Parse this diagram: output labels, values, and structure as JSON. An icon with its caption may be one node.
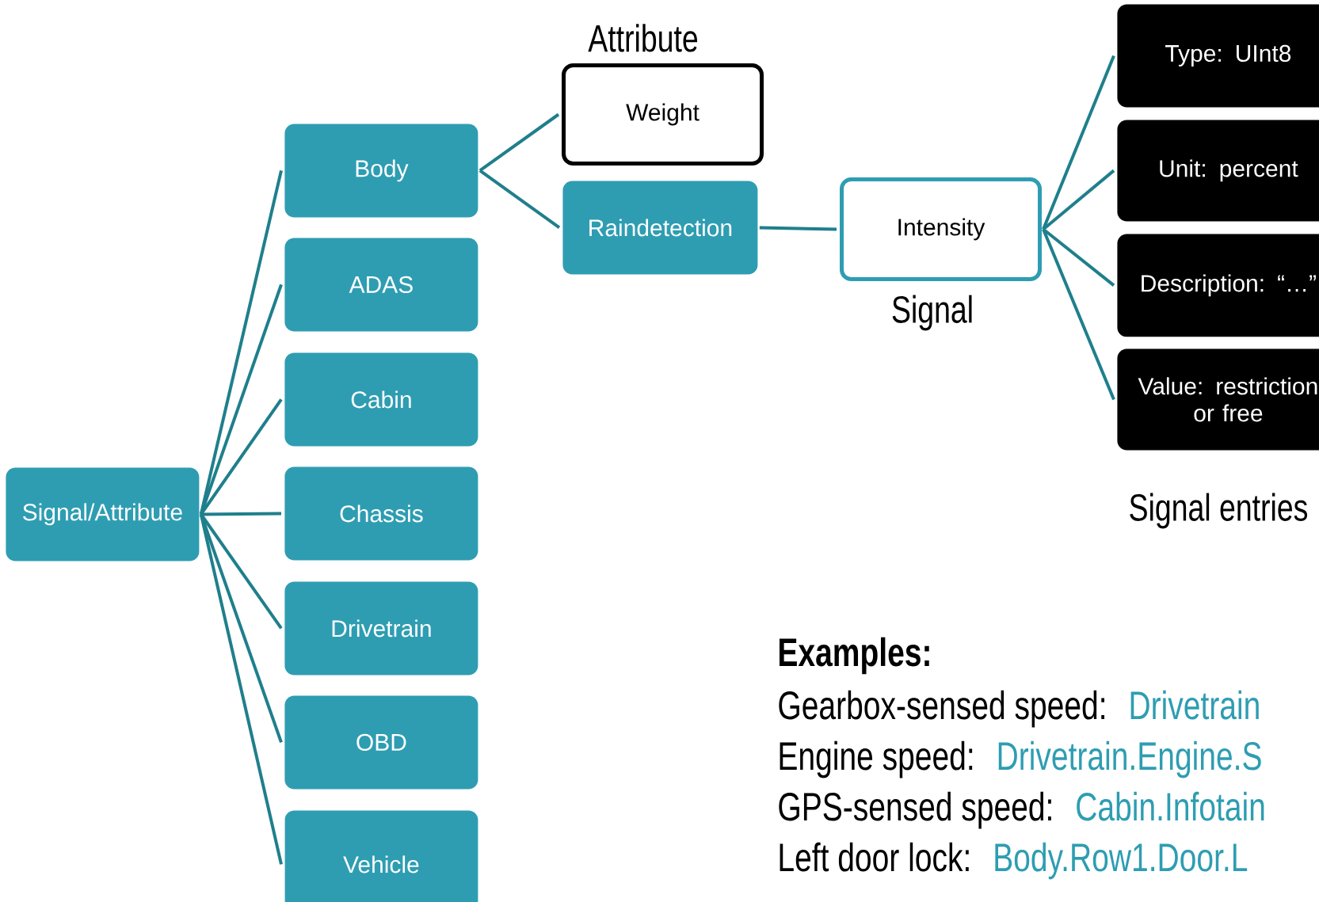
{
  "diagram": {
    "nodes": [
      {
        "text": [
          "Signal/Attribute"
        ]
      },
      {
        "text": [
          "Body"
        ]
      },
      {
        "text": [
          "ADAS"
        ]
      },
      {
        "text": [
          "Cabin"
        ]
      },
      {
        "text": [
          "Chassis"
        ]
      },
      {
        "text": [
          "Drivetrain"
        ]
      },
      {
        "text": [
          "OBD"
        ]
      },
      {
        "text": [
          "Vehicle"
        ]
      },
      {
        "text": [
          "Weight"
        ],
        "beside": [
          "Attribute"
        ]
      },
      {
        "text": [
          "Raindetection"
        ]
      },
      {
        "text": [
          "Intensity"
        ],
        "beside": [
          "Signal"
        ]
      },
      {
        "text": [
          "Type: UInt8"
        ]
      },
      {
        "text": [
          "Unit: percent"
        ]
      },
      {
        "text": [
          "Description: “…”"
        ]
      },
      {
        "text": [
          "Value: restriction or free"
        ]
      }
    ],
    "edges": [
      {
        "from": 0,
        "to": 1,
        "arrow": "none"
      },
      {
        "from": 0,
        "to": 2,
        "arrow": "none"
      },
      {
        "from": 0,
        "to": 3,
        "arrow": "none"
      },
      {
        "from": 0,
        "to": 4,
        "arrow": "none"
      },
      {
        "from": 0,
        "to": 5,
        "arrow": "none"
      },
      {
        "from": 0,
        "to": 6,
        "arrow": "none"
      },
      {
        "from": 0,
        "to": 7,
        "arrow": "none"
      },
      {
        "from": 1,
        "to": 8,
        "arrow": "none"
      },
      {
        "from": 1,
        "to": 9,
        "arrow": "none"
      },
      {
        "from": 9,
        "to": 10,
        "arrow": "none"
      },
      {
        "from": 10,
        "to": 11,
        "arrow": "none"
      },
      {
        "from": 10,
        "to": 12,
        "arrow": "none"
      },
      {
        "from": 10,
        "to": 13,
        "arrow": "none"
      },
      {
        "from": 10,
        "to": 14,
        "arrow": "none"
      }
    ],
    "labels": [
      "Signal entries",
      "Examples:",
      "Gearbox-sensed speed:",
      "Drivetrain",
      "Engine speed:",
      "Drivetrain.Engine.S",
      "GPS-sensed speed:",
      "Cabin.Infotain",
      "Left door lock:",
      "Body.Row1.Door.L"
    ]
  }
}
